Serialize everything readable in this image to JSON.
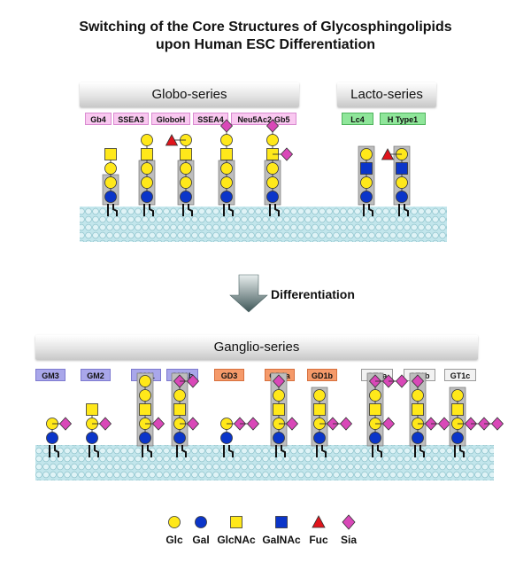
{
  "title_line1": "Switching of the Core Structures of Glycosphingolipids",
  "title_line2": "upon Human ESC Differentiation",
  "globo": {
    "header": "Globo-series",
    "tags": [
      "Gb4",
      "SSEA3",
      "GloboH",
      "SSEA4",
      "Neu5Ac2-Gb5"
    ]
  },
  "lacto": {
    "header": "Lacto-series",
    "tags": [
      "Lc4",
      "H Type1"
    ]
  },
  "arrow_label": "Differentiation",
  "ganglio": {
    "header": "Ganglio-series",
    "tags": [
      "GM3",
      "GM2",
      "GM1",
      "GM1b",
      "GD3",
      "GD1a",
      "GD1b",
      "GT1a",
      "GT1b",
      "GT1c"
    ]
  },
  "legend": {
    "items": [
      "Glc",
      "Gal",
      "GlcNAc",
      "GalNAc",
      "Fuc",
      "Sia"
    ]
  },
  "colors": {
    "glc": "#ffe81a",
    "gal": "#0b35c9",
    "glcnac": "#ffe81a",
    "galnac": "#0b35c9",
    "fuc": "#e0141c",
    "sia": "#d948b8",
    "membrane": "#bfe4ea",
    "pink_tag": "#f9c8f0",
    "green_tag": "#8fe69a",
    "purple_tag": "#a9a7ea",
    "orange_tag": "#f59a6a"
  }
}
